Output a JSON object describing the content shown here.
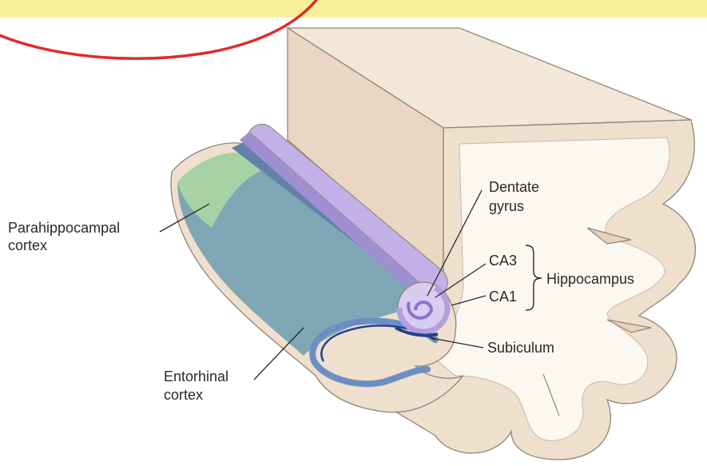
{
  "labels": {
    "parahippocampal": [
      "Parahippocampal",
      "cortex"
    ],
    "entorhinal": [
      "Entorhinal",
      "cortex"
    ],
    "dentate": [
      "Dentate",
      "gyrus"
    ],
    "ca3": "CA3",
    "ca1": "CA1",
    "hippocampus": "Hippocampus",
    "subiculum": "Subiculum"
  },
  "colors": {
    "banner": "#f7ef9a",
    "circle_stroke": "#e02b2b",
    "tissue": "#f1e4d4",
    "tissue_shade": "#e6d2bd",
    "tissue_outline": "#8f8478",
    "white_matter": "#fbf7f1",
    "parahippocampal_green": "#a8d2a6",
    "entorhinal_blue": "#7fa6b5",
    "hippocampus_purple": "#c2b1e6",
    "hippocampus_lilac": "#d8ccef",
    "subiculum_blue": "#6b8fc2",
    "dark_blue": "#23418c"
  }
}
